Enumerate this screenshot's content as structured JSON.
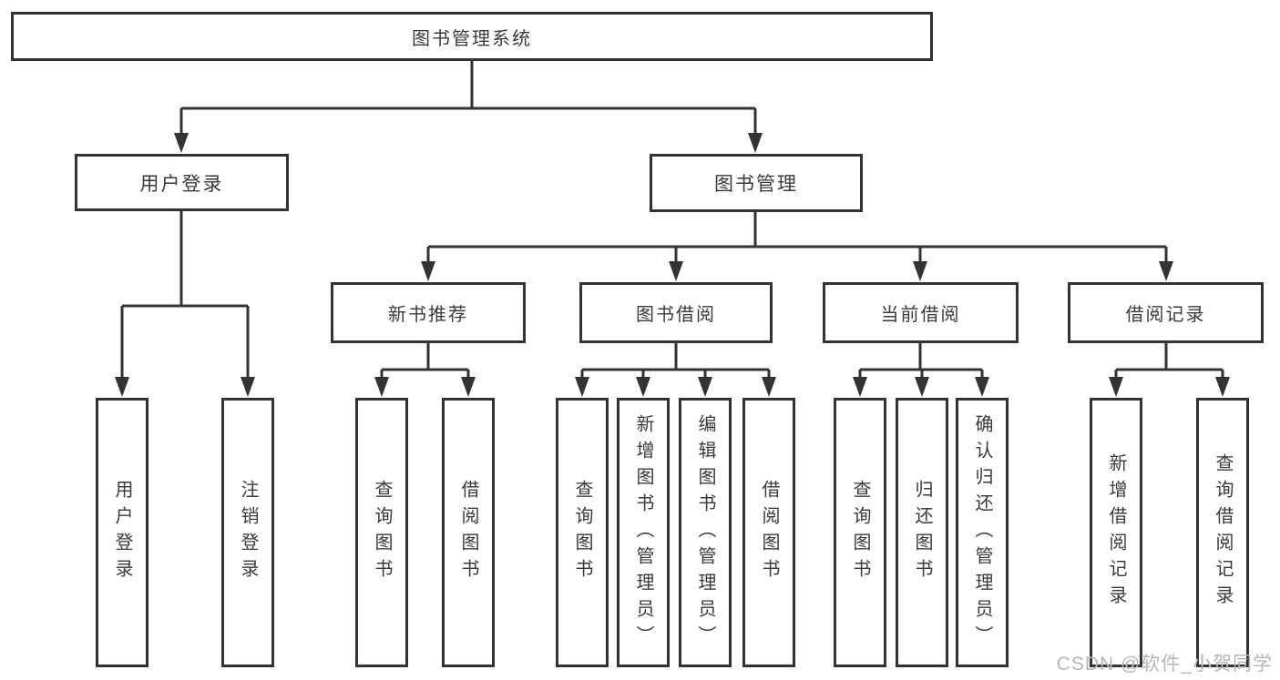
{
  "colors": {
    "line": "#333333",
    "text": "#3a3a3a",
    "watermark": "#b3b6ba",
    "background": "#ffffff"
  },
  "nodes": {
    "root": "图书管理系统",
    "user_login": "用户登录",
    "book_management": "图书管理",
    "new_book_recommend": "新书推荐",
    "book_borrowing": "图书借阅",
    "current_borrowing": "当前借阅",
    "borrowing_records": "借阅记录",
    "leaf_user_login": "用户登录",
    "leaf_logout": "注销登录",
    "leaf_query_books_1": "查询图书",
    "leaf_borrow_books_1": "借阅图书",
    "leaf_query_books_2": "查询图书",
    "leaf_add_books_admin": "新增图书（管理员）",
    "leaf_edit_books_admin": "编辑图书（管理员）",
    "leaf_borrow_books_2": "借阅图书",
    "leaf_query_books_3": "查询图书",
    "leaf_return_books": "归还图书",
    "leaf_confirm_return_admin": "确认归还（管理员）",
    "leaf_add_borrow_record": "新增借阅记录",
    "leaf_query_borrow_record": "查询借阅记录"
  },
  "watermark": "CSDN @软件_小贺同学"
}
